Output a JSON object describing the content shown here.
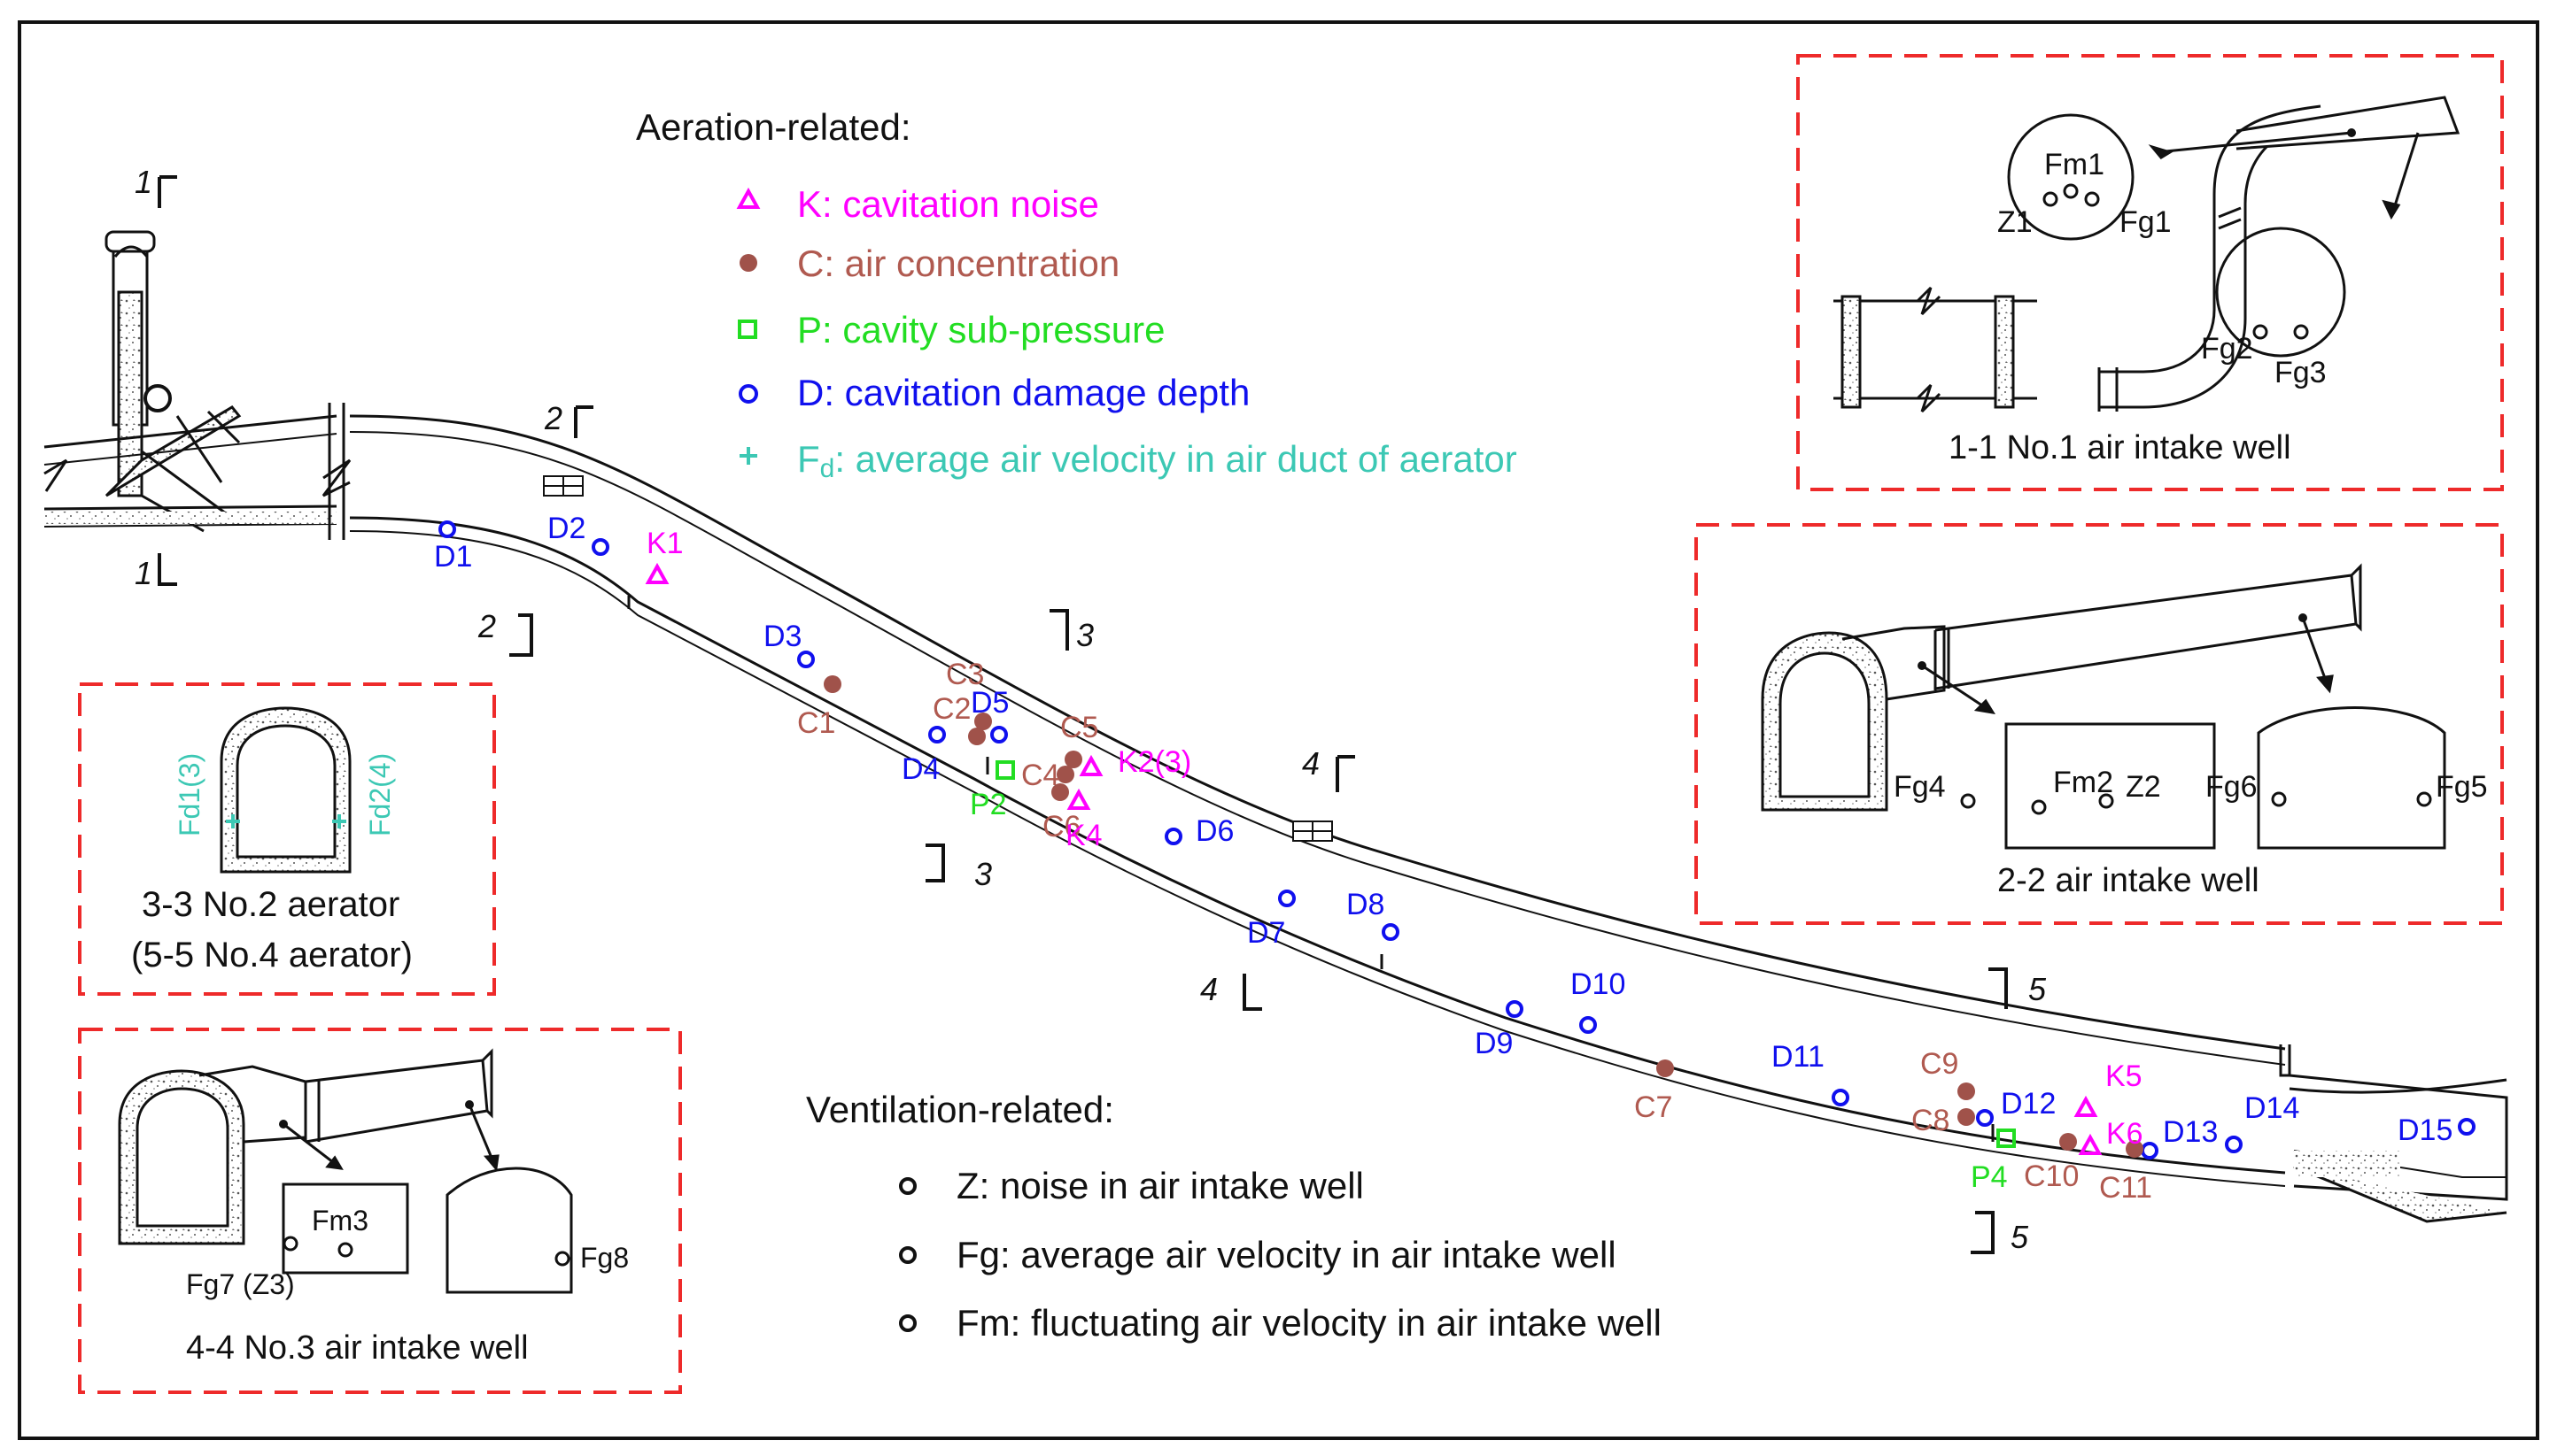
{
  "colors": {
    "cavitation_noise": "#ff00ff",
    "air_concentration": "#b05a50",
    "air_concentration_fill": "#a0524a",
    "cavity_pressure": "#22dd22",
    "damage_depth": "#1010ee",
    "air_velocity_aerator": "#3cc8b4",
    "frame": "#ee2a2a",
    "ink": "#111111"
  },
  "sections": {
    "s1": "1",
    "s2": "2",
    "s3": "3",
    "s4": "4",
    "s5": "5"
  },
  "legend": {
    "aeration_title": "Aeration-related:",
    "aeration_items": [
      {
        "key": "K",
        "text": "K: cavitation noise"
      },
      {
        "key": "C",
        "text": "C:  air concentration"
      },
      {
        "key": "P",
        "text": "P:  cavity sub-pressure"
      },
      {
        "key": "D",
        "text": "D:  cavitation damage depth"
      },
      {
        "key": "Fd",
        "prefix": "F",
        "sub": "d",
        "text": ":  average air velocity in air duct of aerator"
      }
    ],
    "ventilation_title": "Ventilation-related:",
    "ventilation_items": [
      {
        "key": "Z",
        "text": "Z:  noise in air intake well"
      },
      {
        "key": "Fg",
        "text": "Fg:  average air velocity in air intake well"
      },
      {
        "key": "Fm",
        "text": "Fm:  fluctuating air velocity in air intake well"
      }
    ]
  },
  "insets": {
    "well1": {
      "caption": "1-1  No.1 air intake well",
      "labels": {
        "fm1": "Fm1",
        "z1": "Z1",
        "fg1": "Fg1",
        "fg2": "Fg2",
        "fg3": "Fg3"
      }
    },
    "well2": {
      "caption": "2-2  air intake well",
      "labels": {
        "fg4": "Fg4",
        "fm2": "Fm2",
        "z2": "Z2",
        "fg6": "Fg6",
        "fg5": "Fg5"
      }
    },
    "aerator": {
      "caption1": "3-3  No.2 aerator",
      "caption2": "(5-5  No.4 aerator)",
      "labels": {
        "fd1": "Fd1(3)",
        "fd2": "Fd2(4)"
      }
    },
    "well3": {
      "caption": "4-4  No.3 air intake well",
      "labels": {
        "fm3": "Fm3",
        "fg7": "Fg7 (Z3)",
        "fg8": "Fg8"
      }
    }
  },
  "points": {
    "D": [
      "D1",
      "D2",
      "D3",
      "D4",
      "D5",
      "D6",
      "D7",
      "D8",
      "D9",
      "D10",
      "D11",
      "D12",
      "D13",
      "D14",
      "D15"
    ],
    "C": [
      "C1",
      "C2",
      "C3",
      "C4",
      "C5",
      "C6",
      "C7",
      "C8",
      "C9",
      "C10",
      "C11"
    ],
    "K": [
      "K1",
      "K2(3)",
      "K4",
      "K5",
      "K6"
    ],
    "P": [
      "P2",
      "P4"
    ]
  }
}
